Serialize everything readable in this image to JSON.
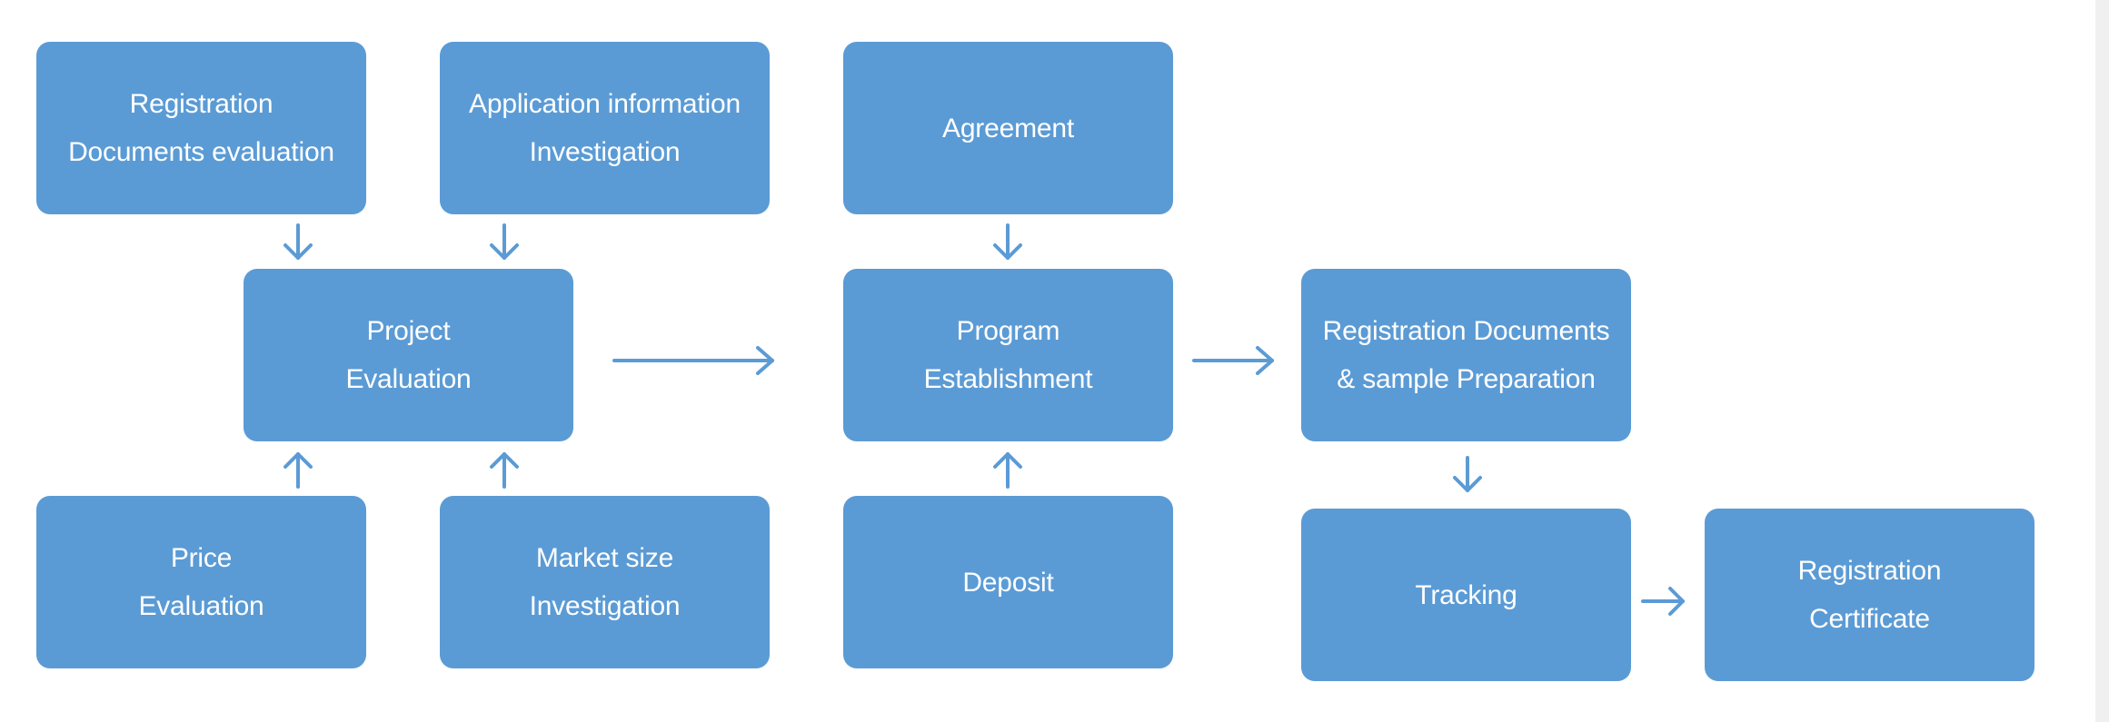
{
  "nodes": {
    "registration_docs_eval": {
      "lines": [
        "Registration",
        "Documents evaluation"
      ]
    },
    "application_info": {
      "lines": [
        "Application information",
        "Investigation"
      ]
    },
    "agreement": {
      "lines": [
        "Agreement"
      ]
    },
    "project_evaluation": {
      "lines": [
        "Project",
        "Evaluation"
      ]
    },
    "program_establishment": {
      "lines": [
        "Program",
        "Establishment"
      ]
    },
    "registration_documents_prep": {
      "lines": [
        "Registration Documents",
        "& sample Preparation"
      ]
    },
    "price_evaluation": {
      "lines": [
        "Price",
        "Evaluation"
      ]
    },
    "market_size": {
      "lines": [
        "Market size",
        "Investigation"
      ]
    },
    "deposit": {
      "lines": [
        "Deposit"
      ]
    },
    "tracking": {
      "lines": [
        "Tracking"
      ]
    },
    "registration_certificate": {
      "lines": [
        "Registration",
        "Certificate"
      ]
    }
  },
  "colors": {
    "node_fill": "#5b9bd5",
    "node_text": "#ffffff",
    "arrow": "#5b9bd5"
  }
}
